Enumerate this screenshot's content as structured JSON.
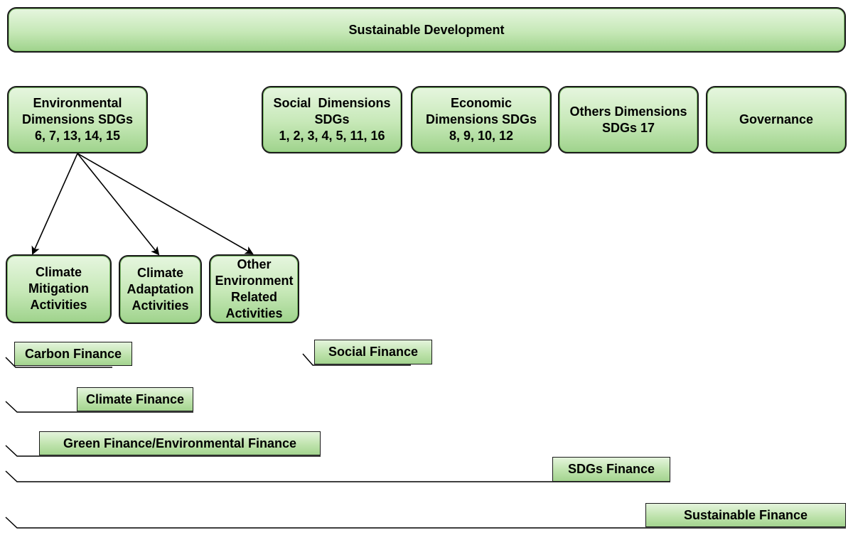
{
  "title": "Sustainable Development",
  "dimensions": {
    "environmental": [
      "Environmental",
      "Dimensions SDGs",
      "6, 7, 13, 14, 15"
    ],
    "social": [
      "Social  Dimensions",
      "SDGs",
      "1, 2, 3, 4, 5, 11, 16"
    ],
    "economic": [
      "Economic",
      "Dimensions SDGs",
      "8, 9, 10, 12"
    ],
    "others": [
      "Others Dimensions",
      "SDGs 17"
    ],
    "governance": [
      "Governance"
    ]
  },
  "activities": {
    "mitigation": [
      "Climate",
      "Mitigation",
      "Activities"
    ],
    "adaptation": [
      "Climate",
      "Adaptation",
      "Activities"
    ],
    "other_environment": [
      "Other",
      "Environment",
      "Related",
      "Activities"
    ]
  },
  "finance": {
    "carbon": "Carbon Finance",
    "social": "Social Finance",
    "climate": "Climate Finance",
    "green": "Green Finance/Environmental Finance",
    "sdgs": "SDGs Finance",
    "sustainable": "Sustainable Finance"
  },
  "colors": {
    "box_fill_top": "#e6f6df",
    "box_fill_bottom": "#9fd38c",
    "border": "#1a1a1a",
    "connector": "#000000"
  }
}
